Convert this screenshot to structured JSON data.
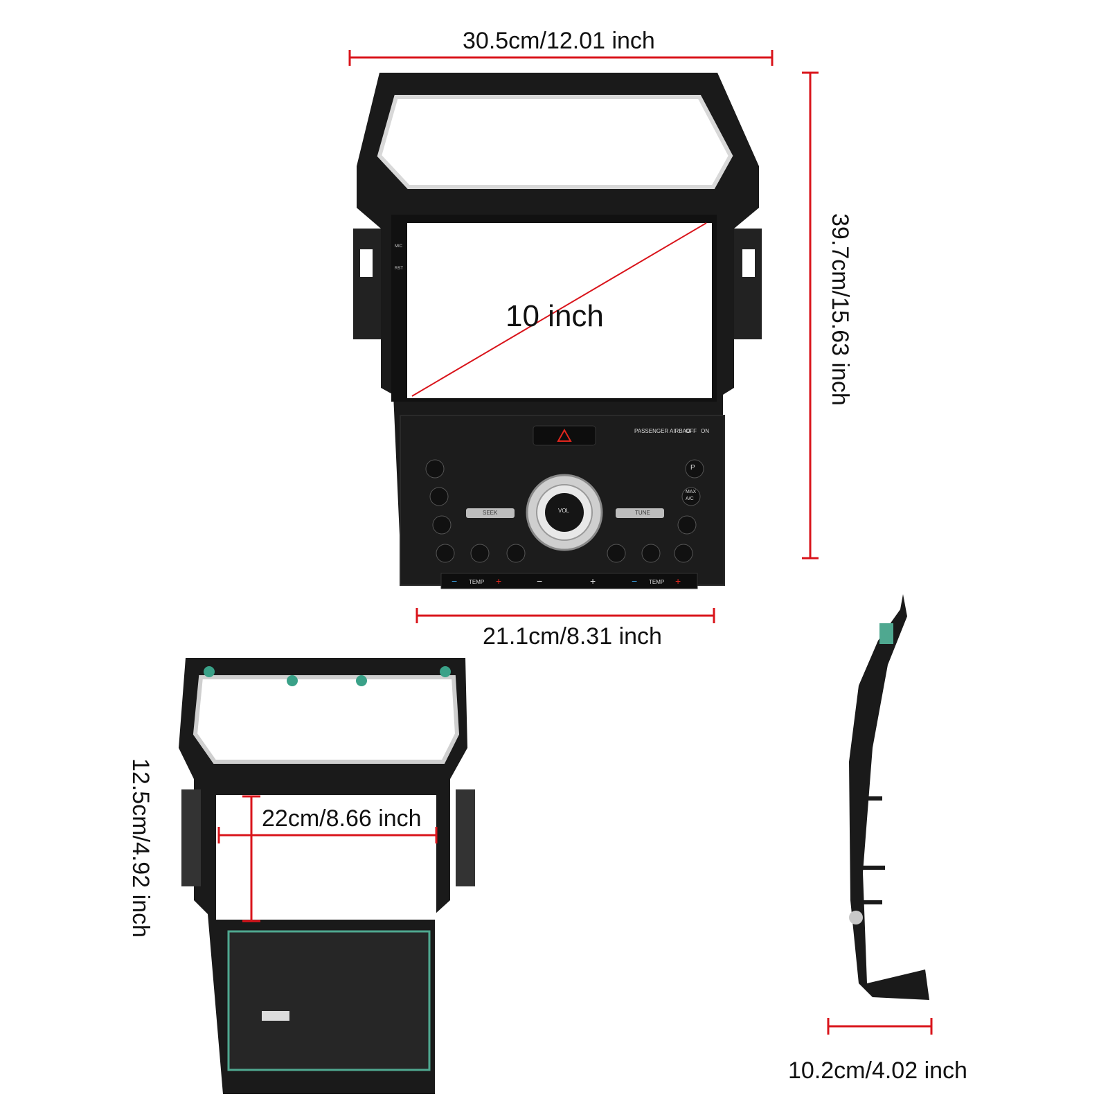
{
  "dimensions": {
    "top_width": "30.5cm/12.01 inch",
    "height": "39.7cm/15.63 inch",
    "screen_diag": "10 inch",
    "bottom_width": "21.1cm/8.31 inch",
    "back_height": "12.5cm/4.92 inch",
    "back_width": "22cm/8.66 inch",
    "depth": "10.2cm/4.02 inch"
  },
  "panel": {
    "airbag": "PASSENGER AIRBAG",
    "off": "OFF",
    "on": "ON",
    "mic": "MIC",
    "rst": "RST",
    "seek": "SEEK",
    "tune": "TUNE",
    "vol": "VOL",
    "max": "MAX",
    "ac": "A/C",
    "p": "P",
    "temp_left": "TEMP",
    "temp_right": "TEMP"
  },
  "colors": {
    "dimension_line": "#d9141b",
    "frame": "#141414",
    "label": "#111111"
  }
}
